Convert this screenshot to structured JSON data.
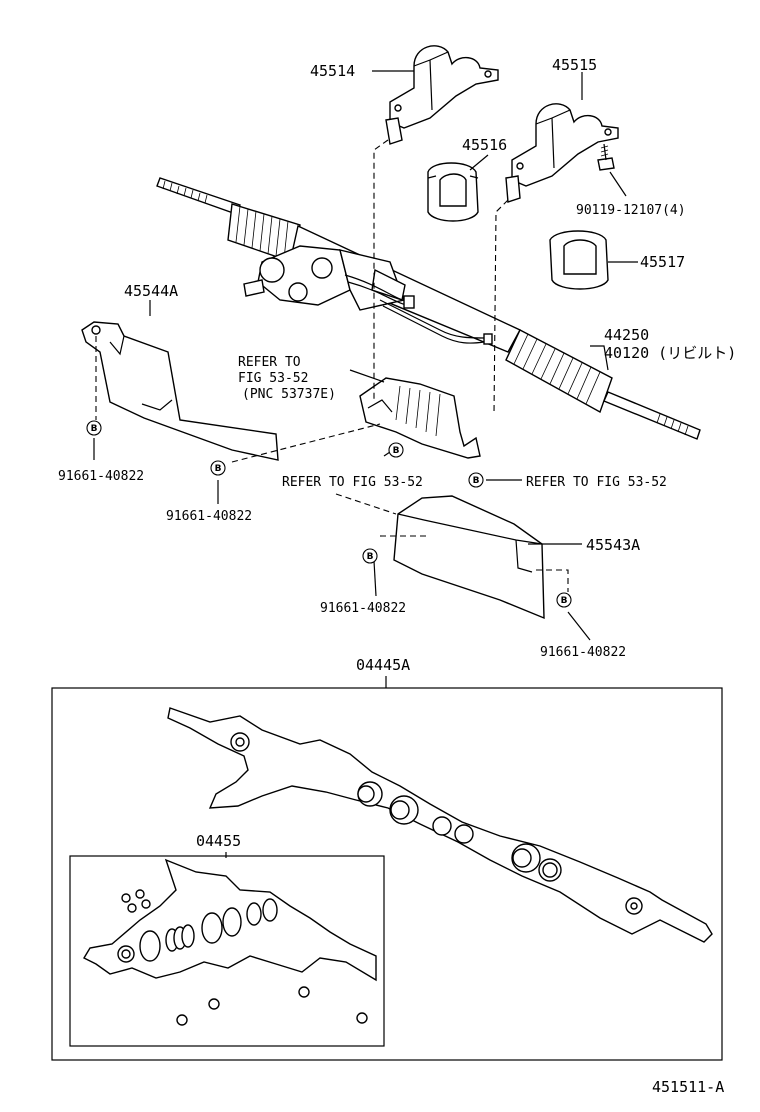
{
  "parts": {
    "p45514": "45514",
    "p45515": "45515",
    "p45516": "45516",
    "p90119": "90119-12107(4)",
    "p45517": "45517",
    "p45544a": "45544A",
    "p44250": "44250",
    "p40120": "40120 (リビルト)",
    "p91661_a": "91661-40822",
    "p91661_b": "91661-40822",
    "p91661_c": "91661-40822",
    "p91661_d": "91661-40822",
    "p45543a": "45543A",
    "p04445a": "04445A",
    "p04455": "04455"
  },
  "refs": {
    "refer_to": "REFER TO",
    "fig_53_52": "FIG 53-52",
    "pnc": "(PNC 53737E)",
    "refer_fig_left": "REFER TO FIG 53-52",
    "refer_fig_right": "REFER TO FIG 53-52"
  },
  "bolt_marker": "B",
  "diagram_id": "451511-A"
}
